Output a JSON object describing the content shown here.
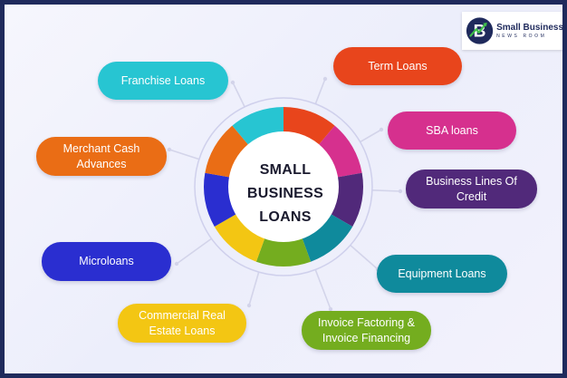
{
  "center": {
    "lines": [
      "SMALL",
      "BUSINESS",
      "LOANS"
    ]
  },
  "logo": {
    "title": "Small Business",
    "subtitle": "NEWS ROOM",
    "mark_letter": "B"
  },
  "loans": [
    {
      "label": "Term Loans",
      "color": "#e8451c"
    },
    {
      "label": "SBA loans",
      "color": "#d6308e"
    },
    {
      "label": "Business Lines Of Credit",
      "color": "#51297a"
    },
    {
      "label": "Equipment Loans",
      "color": "#0f8a9c"
    },
    {
      "label": "Invoice Factoring & Invoice Financing",
      "color": "#74ad1f"
    },
    {
      "label": "Commercial Real Estate Loans",
      "color": "#f3c613"
    },
    {
      "label": "Microloans",
      "color": "#2a2ed0"
    },
    {
      "label": "Merchant Cash Advances",
      "color": "#ea6d15"
    },
    {
      "label": "Franchise Loans",
      "color": "#27c5d2"
    }
  ],
  "colors": {
    "border": "#1f2a5c",
    "ring_outline": "#cfd0ec",
    "connector": "#d3d4ea",
    "center_fill": "#ffffff"
  }
}
